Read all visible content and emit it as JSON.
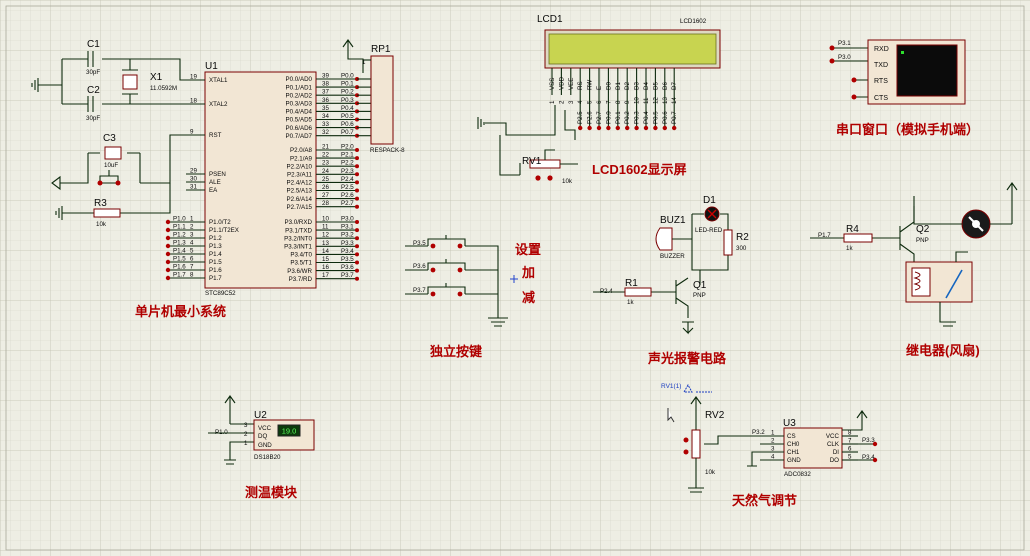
{
  "u1": {
    "ref": "U1",
    "part": "STC89C52",
    "left_pins": [
      {
        "num": "19",
        "name": "XTAL1"
      },
      {
        "num": "18",
        "name": "XTAL2"
      },
      {
        "num": "9",
        "name": "RST"
      },
      {
        "num": "29",
        "name": "PSEN"
      },
      {
        "num": "30",
        "name": "ALE"
      },
      {
        "num": "31",
        "name": "EA"
      },
      {
        "num": "1",
        "name": "P1.0/T2"
      },
      {
        "num": "2",
        "name": "P1.1/T2EX"
      },
      {
        "num": "3",
        "name": "P1.2"
      },
      {
        "num": "4",
        "name": "P1.3"
      },
      {
        "num": "5",
        "name": "P1.4"
      },
      {
        "num": "6",
        "name": "P1.5"
      },
      {
        "num": "7",
        "name": "P1.6"
      },
      {
        "num": "8",
        "name": "P1.7"
      }
    ],
    "p1_labels": [
      "P1.0",
      "P1.1",
      "P1.2",
      "P1.3",
      "P1.4",
      "P1.5",
      "P1.6",
      "P1.7"
    ],
    "right_pins": [
      {
        "num": "39",
        "name": "P0.0/AD0",
        "net": "P0.0"
      },
      {
        "num": "38",
        "name": "P0.1/AD1",
        "net": "P0.1"
      },
      {
        "num": "37",
        "name": "P0.2/AD2",
        "net": "P0.2"
      },
      {
        "num": "36",
        "name": "P0.3/AD3",
        "net": "P0.3"
      },
      {
        "num": "35",
        "name": "P0.4/AD4",
        "net": "P0.4"
      },
      {
        "num": "34",
        "name": "P0.5/AD5",
        "net": "P0.5"
      },
      {
        "num": "33",
        "name": "P0.6/AD6",
        "net": "P0.6"
      },
      {
        "num": "32",
        "name": "P0.7/AD7",
        "net": "P0.7"
      },
      {
        "num": "21",
        "name": "P2.0/A8",
        "net": "P2.0"
      },
      {
        "num": "22",
        "name": "P2.1/A9",
        "net": "P2.1"
      },
      {
        "num": "23",
        "name": "P2.2/A10",
        "net": "P2.2"
      },
      {
        "num": "24",
        "name": "P2.3/A11",
        "net": "P2.3"
      },
      {
        "num": "25",
        "name": "P2.4/A12",
        "net": "P2.4"
      },
      {
        "num": "26",
        "name": "P2.5/A13",
        "net": "P2.5"
      },
      {
        "num": "27",
        "name": "P2.6/A14",
        "net": "P2.6"
      },
      {
        "num": "28",
        "name": "P2.7/A15",
        "net": "P2.7"
      },
      {
        "num": "10",
        "name": "P3.0/RXD",
        "net": "P3.0"
      },
      {
        "num": "11",
        "name": "P3.1/TXD",
        "net": "P3.1"
      },
      {
        "num": "12",
        "name": "P3.2/INT0",
        "net": "P3.2"
      },
      {
        "num": "13",
        "name": "P3.3/INT1",
        "net": "P3.3"
      },
      {
        "num": "14",
        "name": "P3.4/T0",
        "net": "P3.4"
      },
      {
        "num": "15",
        "name": "P3.5/T1",
        "net": "P3.5"
      },
      {
        "num": "16",
        "name": "P3.6/WR",
        "net": "P3.6"
      },
      {
        "num": "17",
        "name": "P3.7/RD",
        "net": "P3.7"
      }
    ]
  },
  "minsys": {
    "c1": {
      "ref": "C1",
      "value": "30pF"
    },
    "c2": {
      "ref": "C2",
      "value": "30pF"
    },
    "x1": {
      "ref": "X1",
      "value": "11.0592M"
    },
    "c3": {
      "ref": "C3",
      "value": "10uF"
    },
    "r3": {
      "ref": "R3",
      "value": "10k"
    },
    "caption": "单片机最小系统"
  },
  "rp1": {
    "ref": "RP1",
    "part": "RESPACK-8",
    "pin1": "1"
  },
  "lcd": {
    "ref": "LCD1",
    "part": "LCD1602",
    "pin_names": [
      "VSS",
      "VDD",
      "VEE",
      "RS",
      "RW",
      "E",
      "D0",
      "D1",
      "D2",
      "D3",
      "D4",
      "D5",
      "D6",
      "D7"
    ],
    "pin_nums": [
      "1",
      "2",
      "3",
      "4",
      "5",
      "6",
      "7",
      "8",
      "9",
      "10",
      "11",
      "12",
      "13",
      "14"
    ],
    "nets": [
      "P2.5",
      "P2.6",
      "P2.7",
      "P0.0",
      "P0.1",
      "P0.2",
      "P0.3",
      "P0.4",
      "P0.5",
      "P0.6",
      "P0.7"
    ],
    "rv1": {
      "ref": "RV1",
      "value": "10k"
    },
    "caption": "LCD1602显示屏",
    "color": "#c8d450"
  },
  "uart": {
    "pins": [
      "RXD",
      "TXD",
      "RTS",
      "CTS"
    ],
    "nets": [
      "P3.1",
      "P3.0"
    ],
    "caption": "串口窗口（模拟手机端）"
  },
  "keys": {
    "nets": [
      "P3.5",
      "P3.6",
      "P3.7"
    ],
    "labels": [
      "设置",
      "加",
      "减"
    ],
    "caption": "独立按键"
  },
  "buzzer": {
    "d1": {
      "ref": "D1",
      "part": "LED-RED"
    },
    "buz": {
      "ref": "BUZ1",
      "part": "BUZZER"
    },
    "r2": {
      "ref": "R2",
      "value": "300"
    },
    "r1": {
      "ref": "R1",
      "value": "1k"
    },
    "q1": {
      "ref": "Q1",
      "part": "PNP"
    },
    "net": "P2.4",
    "caption": "声光报警电路"
  },
  "relay": {
    "r4": {
      "ref": "R4",
      "value": "1k"
    },
    "q2": {
      "ref": "Q2",
      "part": "PNP"
    },
    "net": "P1.7",
    "caption": "继电器(风扇)"
  },
  "temp": {
    "ref": "U2",
    "part": "DS18B20",
    "pins": [
      {
        "num": "3",
        "name": "VCC"
      },
      {
        "num": "2",
        "name": "DQ"
      },
      {
        "num": "1",
        "name": "GND"
      }
    ],
    "reading": "19.0",
    "net": "P1.0",
    "caption": "测温模块"
  },
  "gas": {
    "probe": "RV1(1)",
    "rv2": {
      "ref": "RV2",
      "value": "10k"
    },
    "u3": {
      "ref": "U3",
      "part": "ADC0832"
    },
    "left_pins": [
      {
        "num": "1",
        "name": "CS"
      },
      {
        "num": "2",
        "name": "CH0"
      },
      {
        "num": "3",
        "name": "CH1"
      },
      {
        "num": "4",
        "name": "GND"
      }
    ],
    "right_pins": [
      {
        "num": "8",
        "name": "VCC"
      },
      {
        "num": "7",
        "name": "CLK"
      },
      {
        "num": "6",
        "name": "DI"
      },
      {
        "num": "5",
        "name": "DO"
      }
    ],
    "nets": [
      "P3.2",
      "P3.3",
      "P3.4"
    ],
    "caption": "天然气调节"
  }
}
